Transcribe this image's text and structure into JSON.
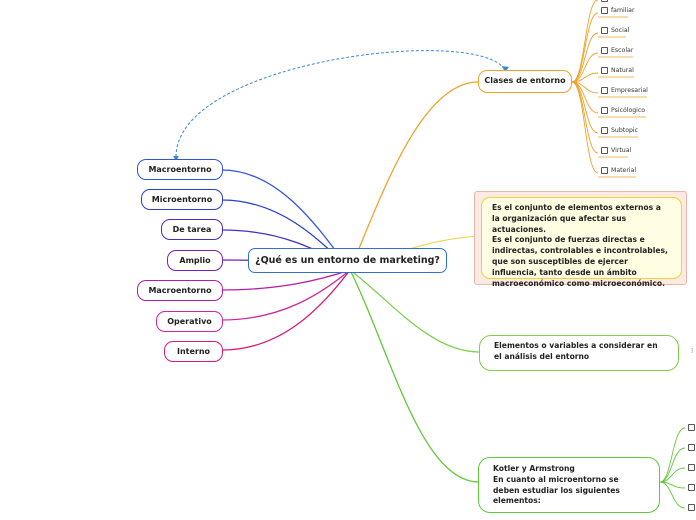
{
  "root": {
    "label": "¿Qué es un entorno de marketing?"
  },
  "left_nodes": [
    {
      "label": "Macroentorno",
      "color": "#2f55e0"
    },
    {
      "label": "Microentorno",
      "color": "#2a3fcc"
    },
    {
      "label": "De tarea",
      "color": "#4b2dbf"
    },
    {
      "label": "Amplio",
      "color": "#7a1fb8"
    },
    {
      "label": "Macroentorno",
      "color": "#b51cab"
    },
    {
      "label": "Operativo",
      "color": "#d3259b"
    },
    {
      "label": "Interno",
      "color": "#d81a7a"
    }
  ],
  "clases": {
    "label": "Clases de entorno",
    "color": "#f0a12a",
    "items": [
      "familiar",
      "Social",
      "Escolar",
      "Natural",
      "Empresarial",
      "Psicólogico",
      "Subtopic",
      "Virtual",
      "Material"
    ]
  },
  "definicion": {
    "text": "Es el conjunto de elementos externos a la organización que afectar sus actuaciones.\nEs el conjunto de fuerzas directas e indirectas, controlables e incontrolables, que son susceptibles de ejercer influencia, tanto desde un ámbito macroeconómico como microeconómico."
  },
  "elementos": {
    "text": "Elementos o variables a considerar en el análisis del entorno"
  },
  "kotler": {
    "text": "Kotler y Armstrong\nEn cuanto al microentorno se deben estudiar los siguientes elementos:"
  },
  "colors": {
    "orange": "#f0a12a",
    "yellow": "#f1d23a",
    "green": "#5fc93a",
    "dashed": "#3a86d8"
  }
}
